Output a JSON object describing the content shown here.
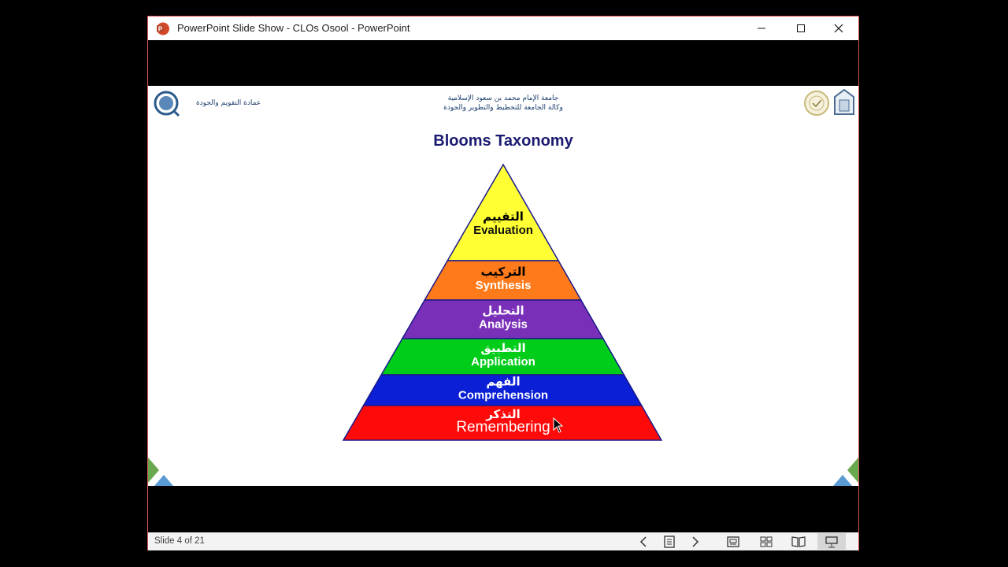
{
  "window": {
    "title": "PowerPoint Slide Show  -  CLOs Osool - PowerPoint"
  },
  "slide": {
    "header_left": "عمادة التقويم والجودة",
    "header_center_line1": "جامعة الإمام محمد بن سعود الإسلامية",
    "header_center_line2": "وكالة الجامعة للتخطيط والتطوير والجودة",
    "title": "Blooms Taxonomy",
    "levels": [
      {
        "ar": "التقييم",
        "en": "Evaluation",
        "color": "#ffff33",
        "text_color": "#111111"
      },
      {
        "ar": "التركيب",
        "en": "Synthesis",
        "color": "#ff7a1a",
        "text_color": "#ffffff"
      },
      {
        "ar": "التحليل",
        "en": "Analysis",
        "color": "#7a2fb8",
        "text_color": "#ffffff"
      },
      {
        "ar": "التطبيق",
        "en": "Application",
        "color": "#00cc1a",
        "text_color": "#ffffff"
      },
      {
        "ar": "الفهم",
        "en": "Comprehension",
        "color": "#0a1fd6",
        "text_color": "#ffffff"
      },
      {
        "ar": "التذكر",
        "en": "Remembering",
        "color": "#ff0a0a",
        "text_color": "#ffffff"
      }
    ]
  },
  "status": {
    "slide_counter": "Slide 4 of 21"
  },
  "colors": {
    "accent": "#d24726",
    "title_color": "#1a1a72"
  }
}
